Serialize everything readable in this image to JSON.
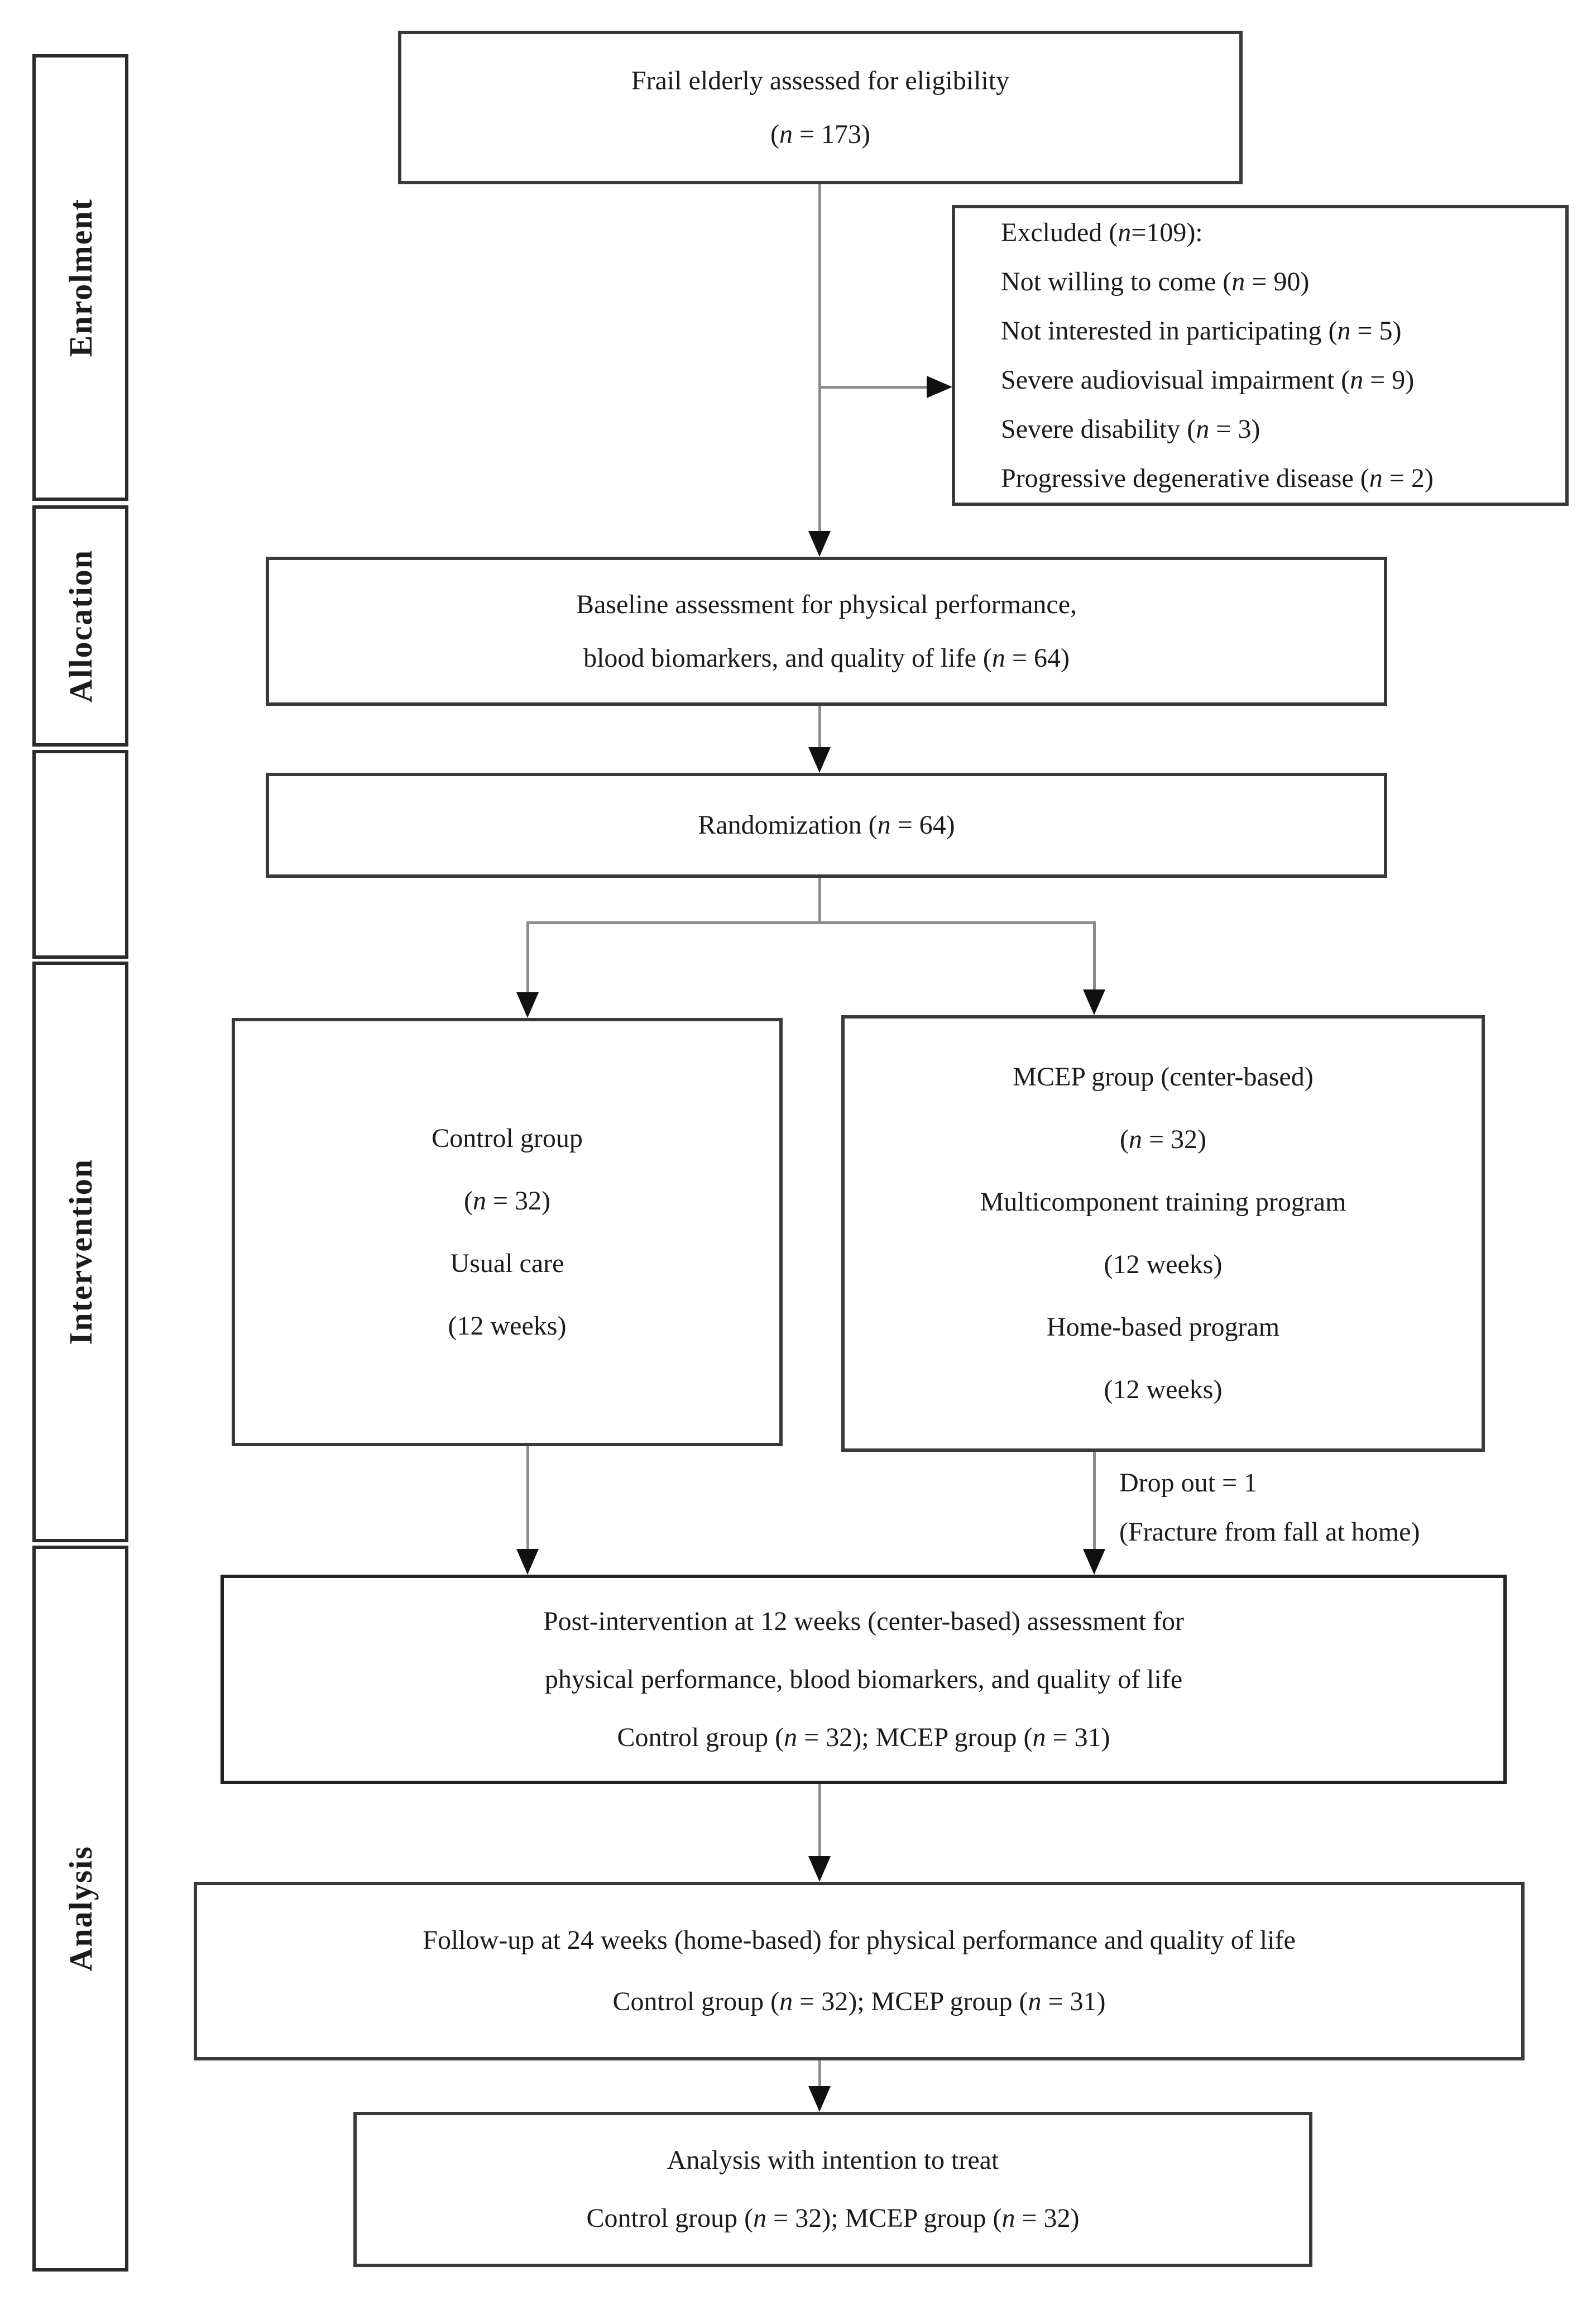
{
  "diagram_title": "CONSORT-style participant flow diagram",
  "colors": {
    "background": "#ffffff",
    "box_border": "#3a3a3a",
    "connector_line": "#8c8c8c",
    "arrowhead": "#111111",
    "text": "#1b1b1b"
  },
  "sidebar": {
    "enrolment_label": "Enrolment",
    "allocation_label": "Allocation",
    "intervention_label": "Intervention",
    "analysis_label": "Analysis"
  },
  "flow": {
    "eligibility": {
      "line1": "Frail elderly assessed for eligibility",
      "line2": "(n = 173)"
    },
    "excluded": {
      "lines": [
        "Excluded (n=109):",
        "Not willing to come (n = 90)",
        "Not interested in participating (n = 5)",
        "Severe audiovisual impairment (n = 9)",
        "Severe disability (n = 3)",
        "Progressive degenerative disease (n = 2)"
      ]
    },
    "baseline": {
      "line1": "Baseline assessment for physical performance,",
      "line2": "blood biomarkers, and quality of life (n = 64)"
    },
    "randomization": {
      "text": "Randomization (n = 64)"
    },
    "control": {
      "lines": [
        "Control group",
        "(n = 32)",
        "Usual care",
        "(12 weeks)"
      ]
    },
    "mcep": {
      "lines": [
        "MCEP group (center-based)",
        "(n = 32)",
        "Multicomponent training program",
        "(12 weeks)",
        "Home-based program",
        "(12 weeks)"
      ]
    },
    "dropout": {
      "line1": "Drop out = 1",
      "line2": "(Fracture from fall at home)"
    },
    "post_intervention": {
      "lines": [
        "Post-intervention at 12 weeks (center-based) assessment for",
        "physical performance, blood biomarkers, and quality of life",
        "Control group (n = 32); MCEP group (n = 31)"
      ]
    },
    "followup": {
      "lines": [
        "Follow-up at 24 weeks (home-based) for physical performance and quality of life",
        "Control group (n = 32); MCEP group (n = 31)"
      ]
    },
    "itt": {
      "lines": [
        "Analysis with intention to treat",
        "Control group (n = 32); MCEP group (n = 32)"
      ]
    }
  }
}
